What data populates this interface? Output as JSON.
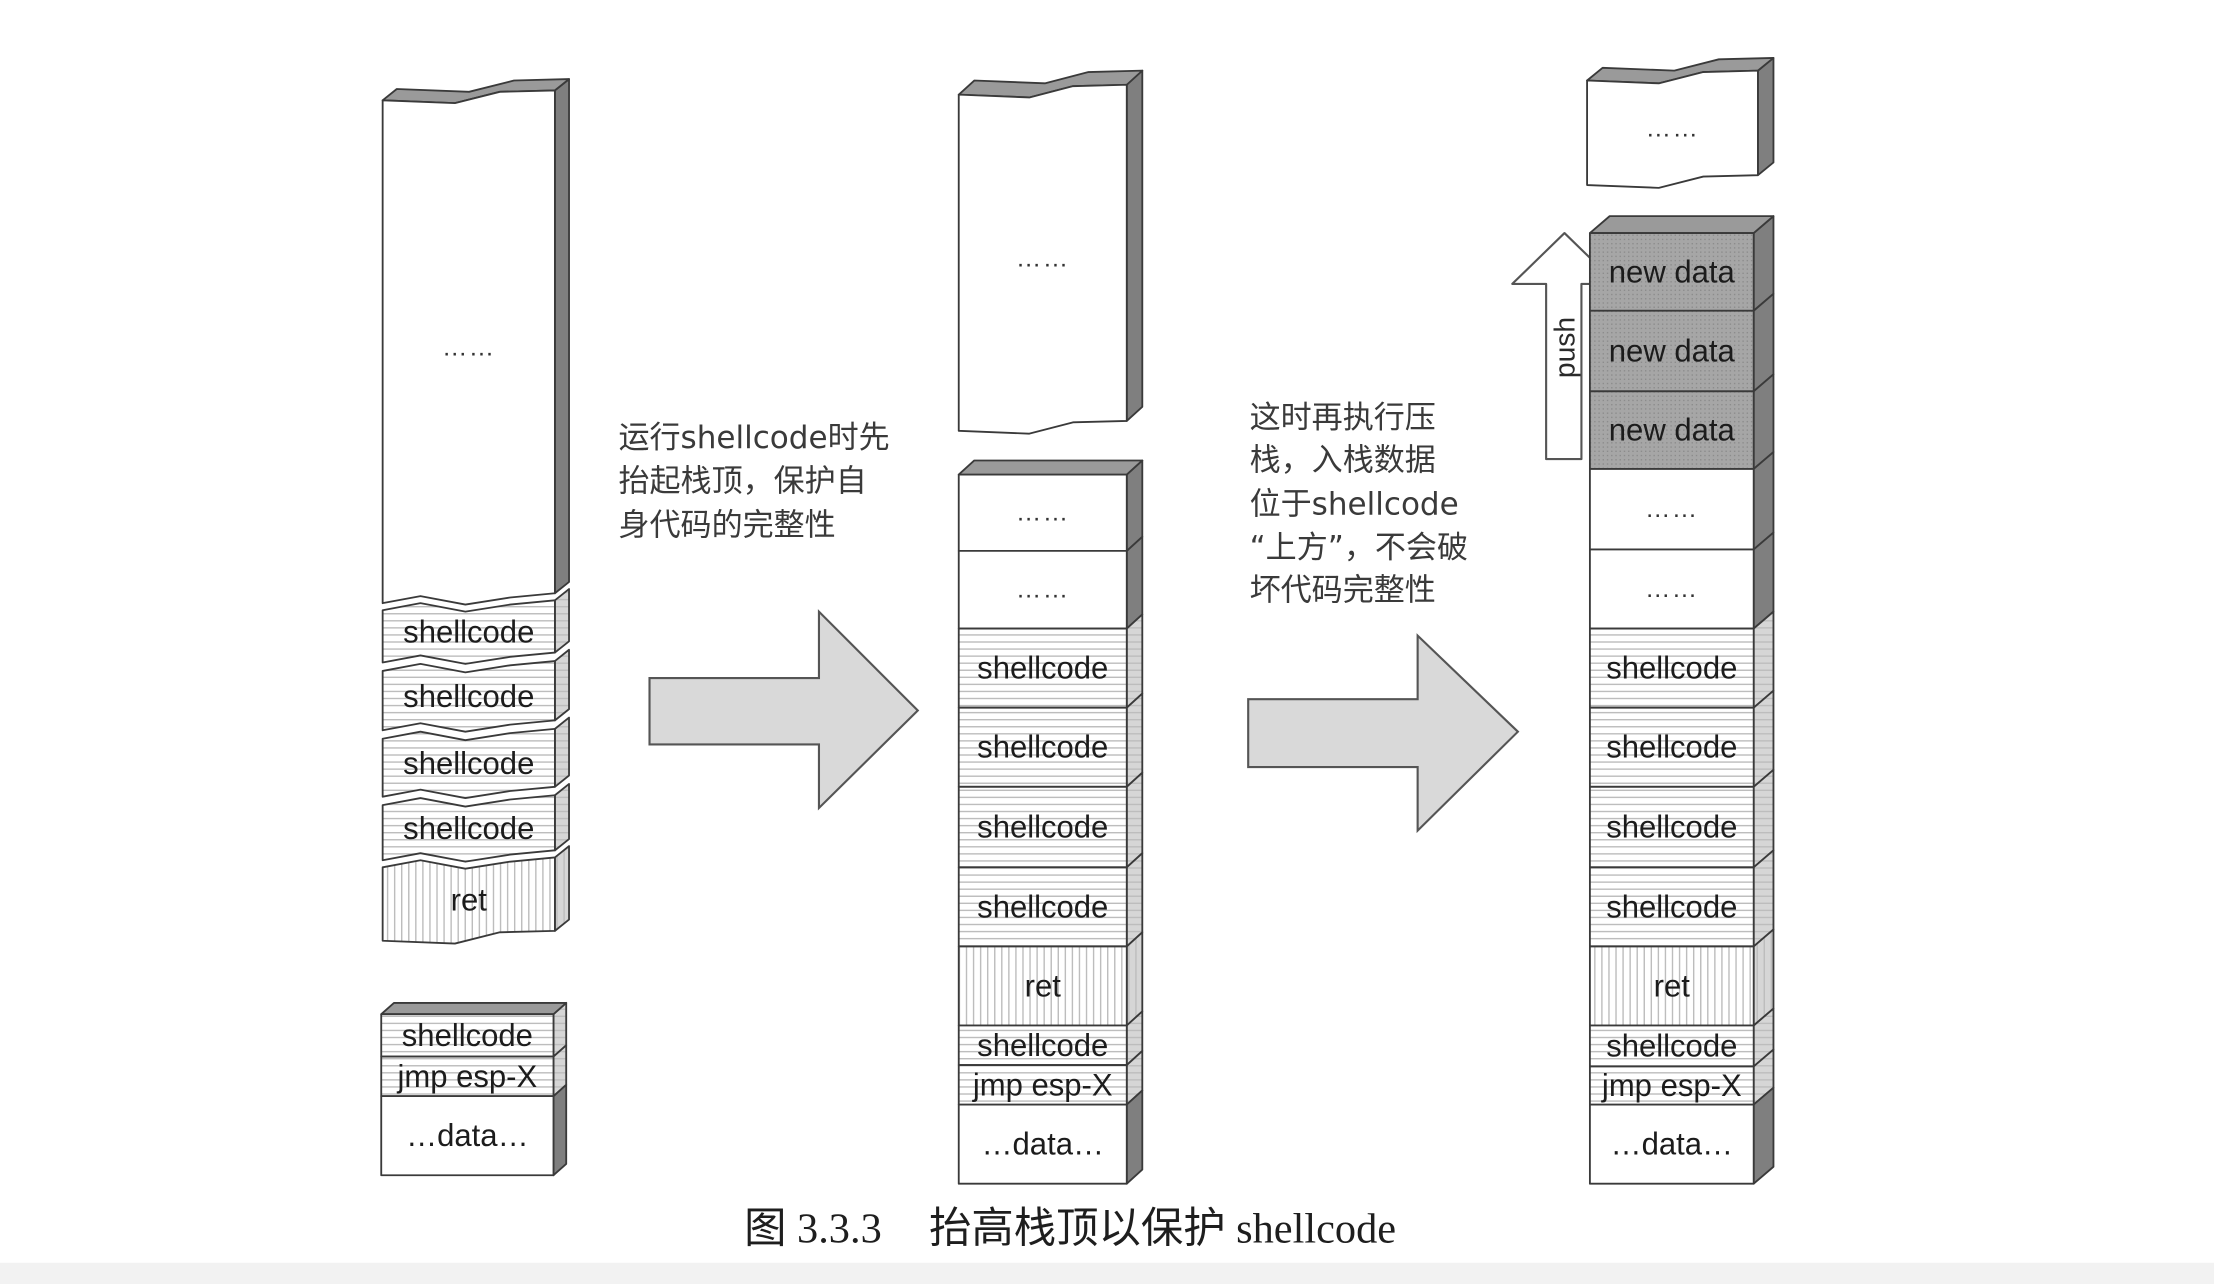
{
  "palette": {
    "stroke": "#3a3a3a",
    "side": "#7f7f7f",
    "top_face": "#9a9a9a",
    "pushed_fill": "#a6a6a6",
    "hatch": "#bdbdbd",
    "arrow_fill": "#d9d9d9"
  },
  "stacks": [
    {
      "top": "……",
      "shellcode": [
        "shellcode",
        "shellcode",
        "shellcode",
        "shellcode"
      ],
      "ret": "ret",
      "payload": {
        "code": [
          "shellcode",
          "jmp esp-X"
        ],
        "data": "…data…"
      }
    },
    {
      "top": "……",
      "reserved": [
        "……",
        "……"
      ],
      "shellcode": [
        "shellcode",
        "shellcode",
        "shellcode",
        "shellcode"
      ],
      "ret": "ret",
      "payload": {
        "code": [
          "shellcode",
          "jmp esp-X"
        ],
        "data": "…data…"
      }
    },
    {
      "top": "……",
      "pushed": [
        "new data",
        "new data",
        "new data"
      ],
      "reserved": [
        "……",
        "……"
      ],
      "shellcode": [
        "shellcode",
        "shellcode",
        "shellcode",
        "shellcode"
      ],
      "ret": "ret",
      "payload": {
        "code": [
          "shellcode",
          "jmp esp-X"
        ],
        "data": "…data…"
      },
      "push_label": "push"
    }
  ],
  "notes": [
    [
      "运行shellcode时先",
      "抬起栈顶，保护自",
      "身代码的完整性"
    ],
    [
      "这时再执行压",
      "栈，入栈数据",
      "位于shellcode",
      "“上方”，不会破",
      "坏代码完整性"
    ]
  ],
  "caption": {
    "number": "图 3.3.3",
    "title": "抬高栈顶以保护 shellcode"
  }
}
